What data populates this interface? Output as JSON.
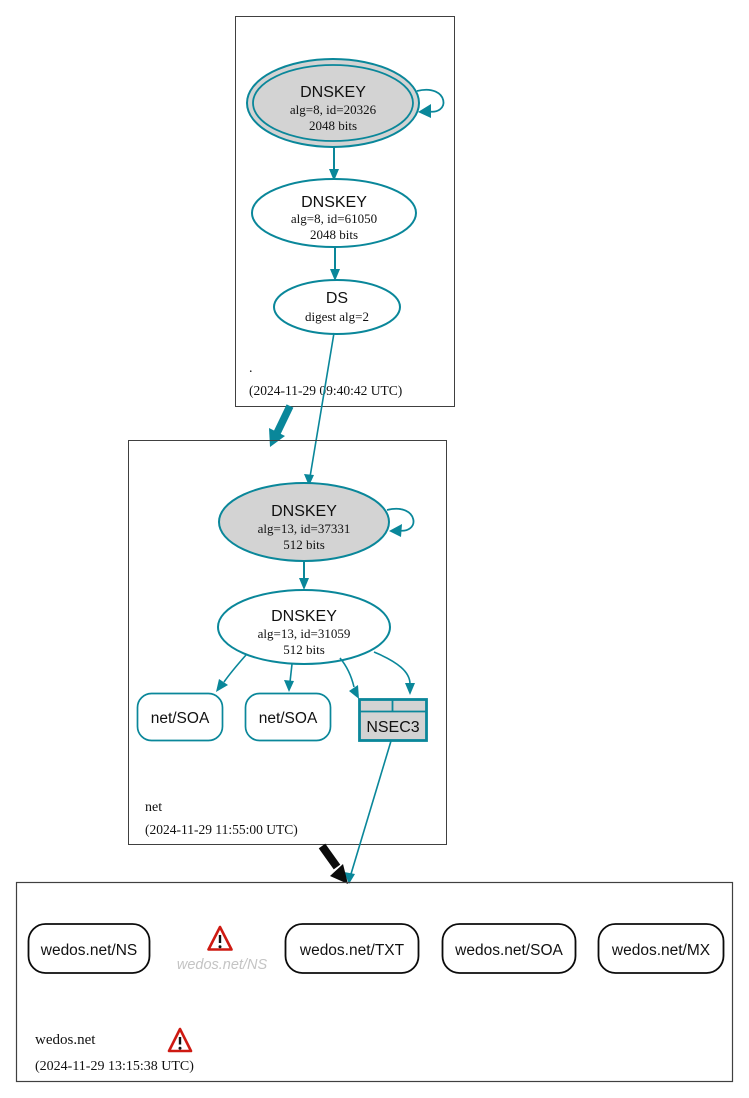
{
  "colors": {
    "secure_teal": "#0a879a",
    "node_fill_gray": "#d3d3d3",
    "insecure_black": "#0b0b0b",
    "zone_box_border": "#404040",
    "warning_red": "#ce1a12",
    "ghost_text_gray": "#c4c4c4"
  },
  "zones": {
    "root": {
      "label": ".",
      "timestamp": "(2024-11-29 09:40:42 UTC)",
      "ksk": {
        "title": "DNSKEY",
        "line1": "alg=8, id=20326",
        "line2": "2048 bits"
      },
      "zsk": {
        "title": "DNSKEY",
        "line1": "alg=8, id=61050",
        "line2": "2048 bits"
      },
      "ds": {
        "title": "DS",
        "line1": "digest alg=2"
      }
    },
    "net": {
      "label": "net",
      "timestamp": "(2024-11-29 11:55:00 UTC)",
      "ksk": {
        "title": "DNSKEY",
        "line1": "alg=13, id=37331",
        "line2": "512 bits"
      },
      "zsk": {
        "title": "DNSKEY",
        "line1": "alg=13, id=31059",
        "line2": "512 bits"
      },
      "rrsets": [
        {
          "label": "net/SOA"
        },
        {
          "label": "net/SOA"
        }
      ],
      "nsec3": {
        "label": "NSEC3"
      }
    },
    "wedos": {
      "label": "wedos.net",
      "timestamp": "(2024-11-29 13:15:38 UTC)",
      "rrsets": [
        {
          "label": "wedos.net/NS"
        },
        {
          "label": "wedos.net/TXT"
        },
        {
          "label": "wedos.net/SOA"
        },
        {
          "label": "wedos.net/MX"
        }
      ],
      "ghost": {
        "label": "wedos.net/NS"
      }
    }
  }
}
